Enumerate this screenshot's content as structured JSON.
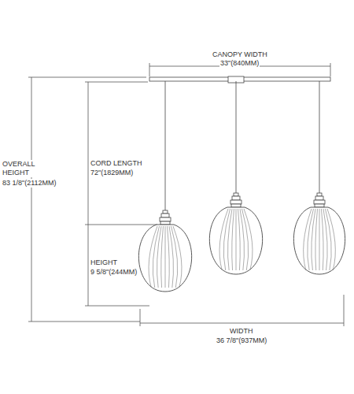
{
  "diagram": {
    "labels": [
      "CANOPY WIDTH",
      "33\"(840MM)",
      "OVERALL HEIGHT",
      "83 1/8\"(2112MM)",
      "CORD LENGTH",
      "72\"(1829MM)",
      "HEIGHT",
      "9 5/8\"(244MM)",
      "WIDTH",
      "36 7/8\"(937MM)"
    ]
  }
}
